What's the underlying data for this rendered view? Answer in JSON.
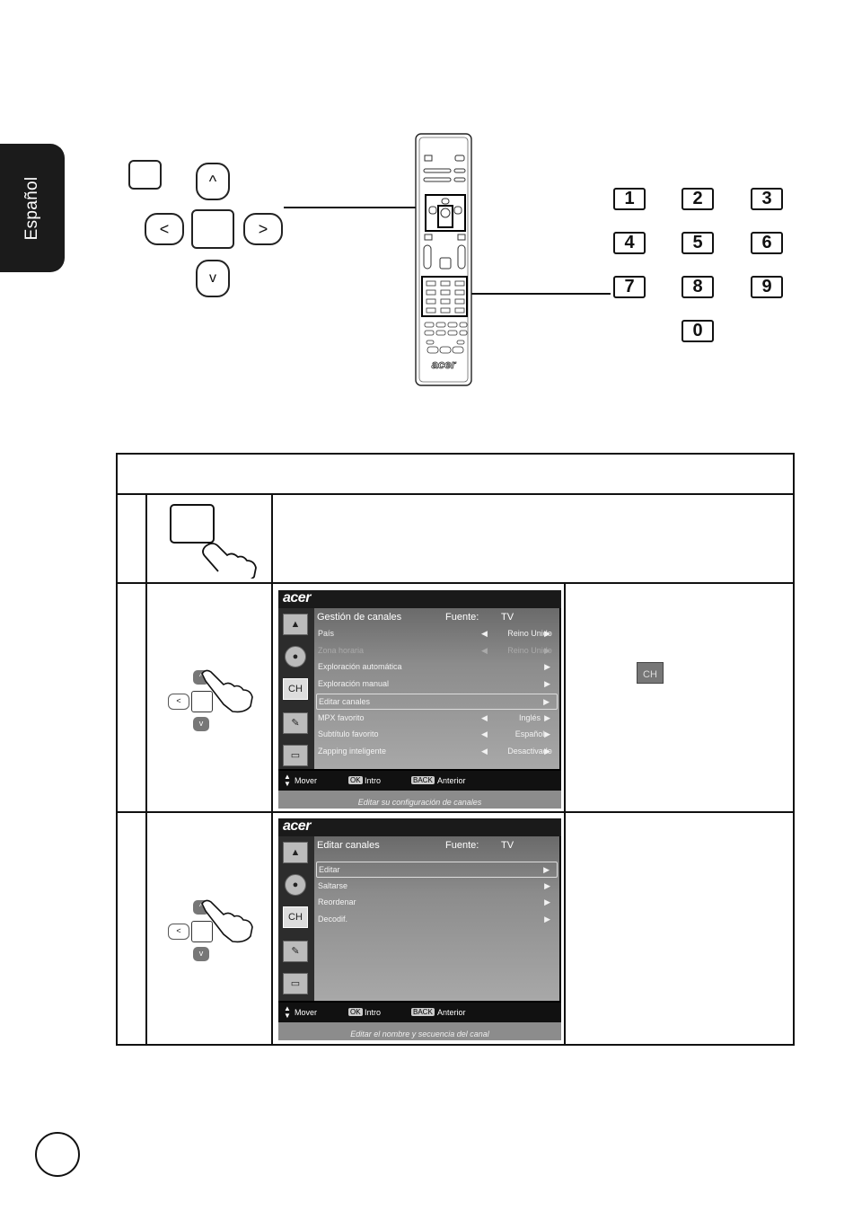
{
  "side_tab": {
    "label": "Español"
  },
  "number_keys": [
    "1",
    "2",
    "3",
    "4",
    "5",
    "6",
    "7",
    "8",
    "9",
    "0"
  ],
  "remote": {
    "logo": "acer"
  },
  "osd1": {
    "logo": "acer",
    "title": "Gestión de canales",
    "source_label": "Fuente:",
    "source_value": "TV",
    "rows": [
      {
        "label": "País",
        "value": "Reino Unido",
        "left_arrow": "◀",
        "right_arrow": "▶"
      },
      {
        "label": "Zona horaria",
        "value": "Reino Unido",
        "left_arrow": "◀",
        "right_arrow": "▶"
      },
      {
        "label": "Exploración automática",
        "value": "",
        "left_arrow": "",
        "right_arrow": "▶"
      },
      {
        "label": "Exploración manual",
        "value": "",
        "left_arrow": "",
        "right_arrow": "▶"
      },
      {
        "label": "Editar canales",
        "value": "",
        "left_arrow": "",
        "right_arrow": "▶"
      },
      {
        "label": "MPX favorito",
        "value": "Inglés",
        "left_arrow": "◀",
        "right_arrow": "▶"
      },
      {
        "label": "Subtítulo favorito",
        "value": "Español",
        "left_arrow": "◀",
        "right_arrow": "▶"
      },
      {
        "label": "Zapping inteligente",
        "value": "Desactivado",
        "left_arrow": "◀",
        "right_arrow": "▶"
      }
    ],
    "selected_index": 4,
    "disabled_index": 1,
    "icon_ch": "CH",
    "footer": {
      "move": "Mover",
      "ok_tag": "OK",
      "ok": "Intro",
      "back_tag": "BACK",
      "back": "Anterior"
    },
    "status": "Editar su configuración de canales"
  },
  "osd2": {
    "logo": "acer",
    "title": "Editar canales",
    "source_label": "Fuente:",
    "source_value": "TV",
    "rows": [
      {
        "label": "Editar",
        "right_arrow": "▶"
      },
      {
        "label": "Saltarse",
        "right_arrow": "▶"
      },
      {
        "label": "Reordenar",
        "right_arrow": "▶"
      },
      {
        "label": "Decodif.",
        "right_arrow": "▶"
      }
    ],
    "icon_ch": "CH",
    "footer": {
      "move": "Mover",
      "ok_tag": "OK",
      "ok": "Intro",
      "back_tag": "BACK",
      "back": "Anterior"
    },
    "status": "Editar el nombre y secuencia del canal"
  },
  "ch_icon_label": "CH",
  "arrow_glyphs": {
    "up": "^",
    "down": "v",
    "left": "<",
    "right": ">"
  }
}
